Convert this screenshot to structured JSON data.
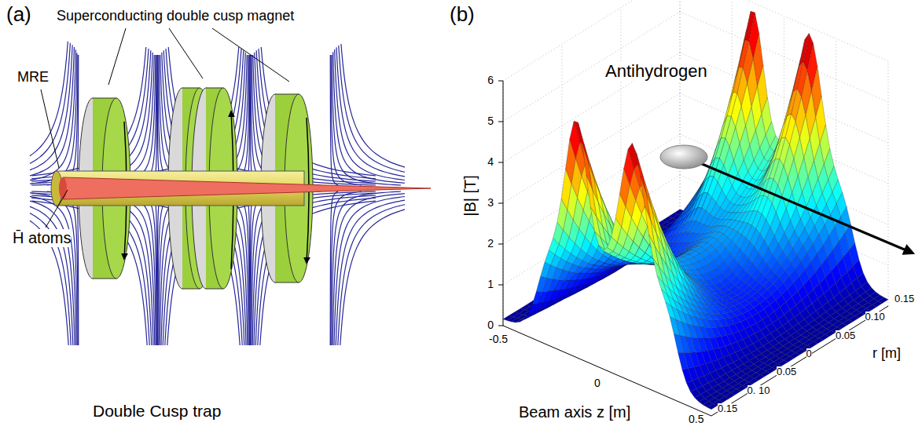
{
  "diagram": {
    "labels": [
      "(a)",
      "Superconducting double cusp magnet",
      "MRE",
      "H̄ atoms",
      "Double Cusp trap",
      "(b)",
      "Antihydrogen",
      "|B| [T]",
      "6",
      "5",
      "4",
      "3",
      "2",
      "1",
      "0",
      "-0.5",
      "0",
      "0.5",
      "Beam axis z [m]",
      "r [m]",
      "0.15",
      "0.10",
      "0.05",
      "0",
      "0.05",
      "0. 10",
      "0.15"
    ]
  }
}
